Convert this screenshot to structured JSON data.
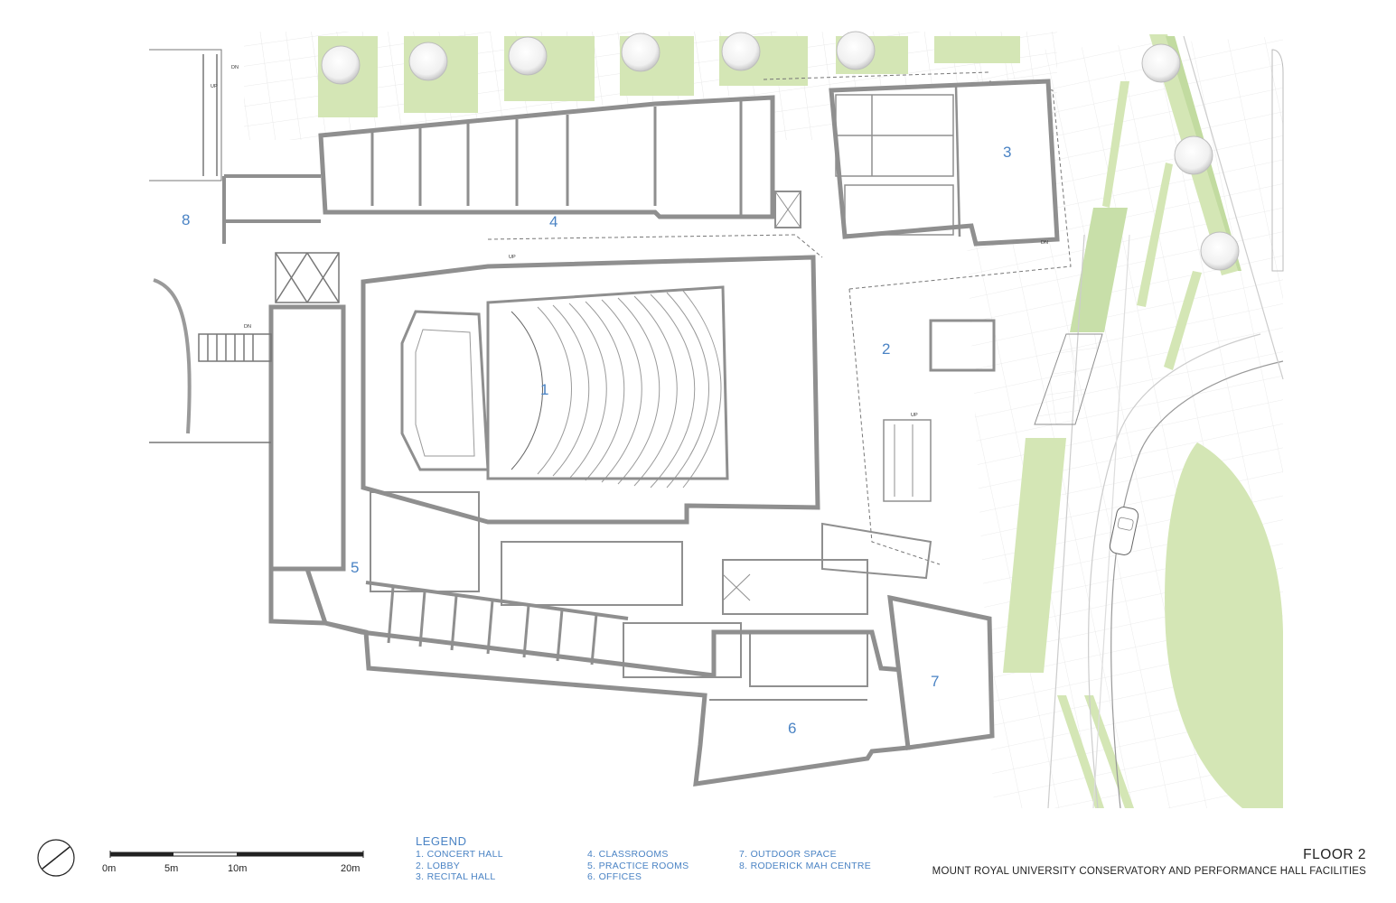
{
  "room_numbers": [
    {
      "id": "1",
      "label": "1"
    },
    {
      "id": "2",
      "label": "2"
    },
    {
      "id": "3",
      "label": "3"
    },
    {
      "id": "4",
      "label": "4"
    },
    {
      "id": "5",
      "label": "5"
    },
    {
      "id": "6",
      "label": "6"
    },
    {
      "id": "7",
      "label": "7"
    },
    {
      "id": "8",
      "label": "8"
    }
  ],
  "legend": {
    "title": "LEGEND",
    "col1": [
      "1. CONCERT HALL",
      "2. LOBBY",
      "3. RECITAL HALL"
    ],
    "col2": [
      "4. CLASSROOMS",
      "5. PRACTICE ROOMS",
      "6. OFFICES"
    ],
    "col3": [
      "7. OUTDOOR SPACE",
      "8. RODERICK MAH CENTRE"
    ]
  },
  "scale_bar": {
    "labels": [
      "0m",
      "5m",
      "10m",
      "20m"
    ]
  },
  "title_block": {
    "floor": "FLOOR 2",
    "subtitle": "MOUNT ROYAL UNIVERSITY CONSERVATORY AND PERFORMANCE HALL FACILITIES"
  },
  "stair_labels": [
    "DN",
    "UP",
    "UP",
    "DN",
    "UP",
    "DN"
  ],
  "colors": {
    "wall": "#9a9a9a",
    "line": "#555555",
    "green": "#d4e6b5",
    "accent": "#4a83c4"
  }
}
